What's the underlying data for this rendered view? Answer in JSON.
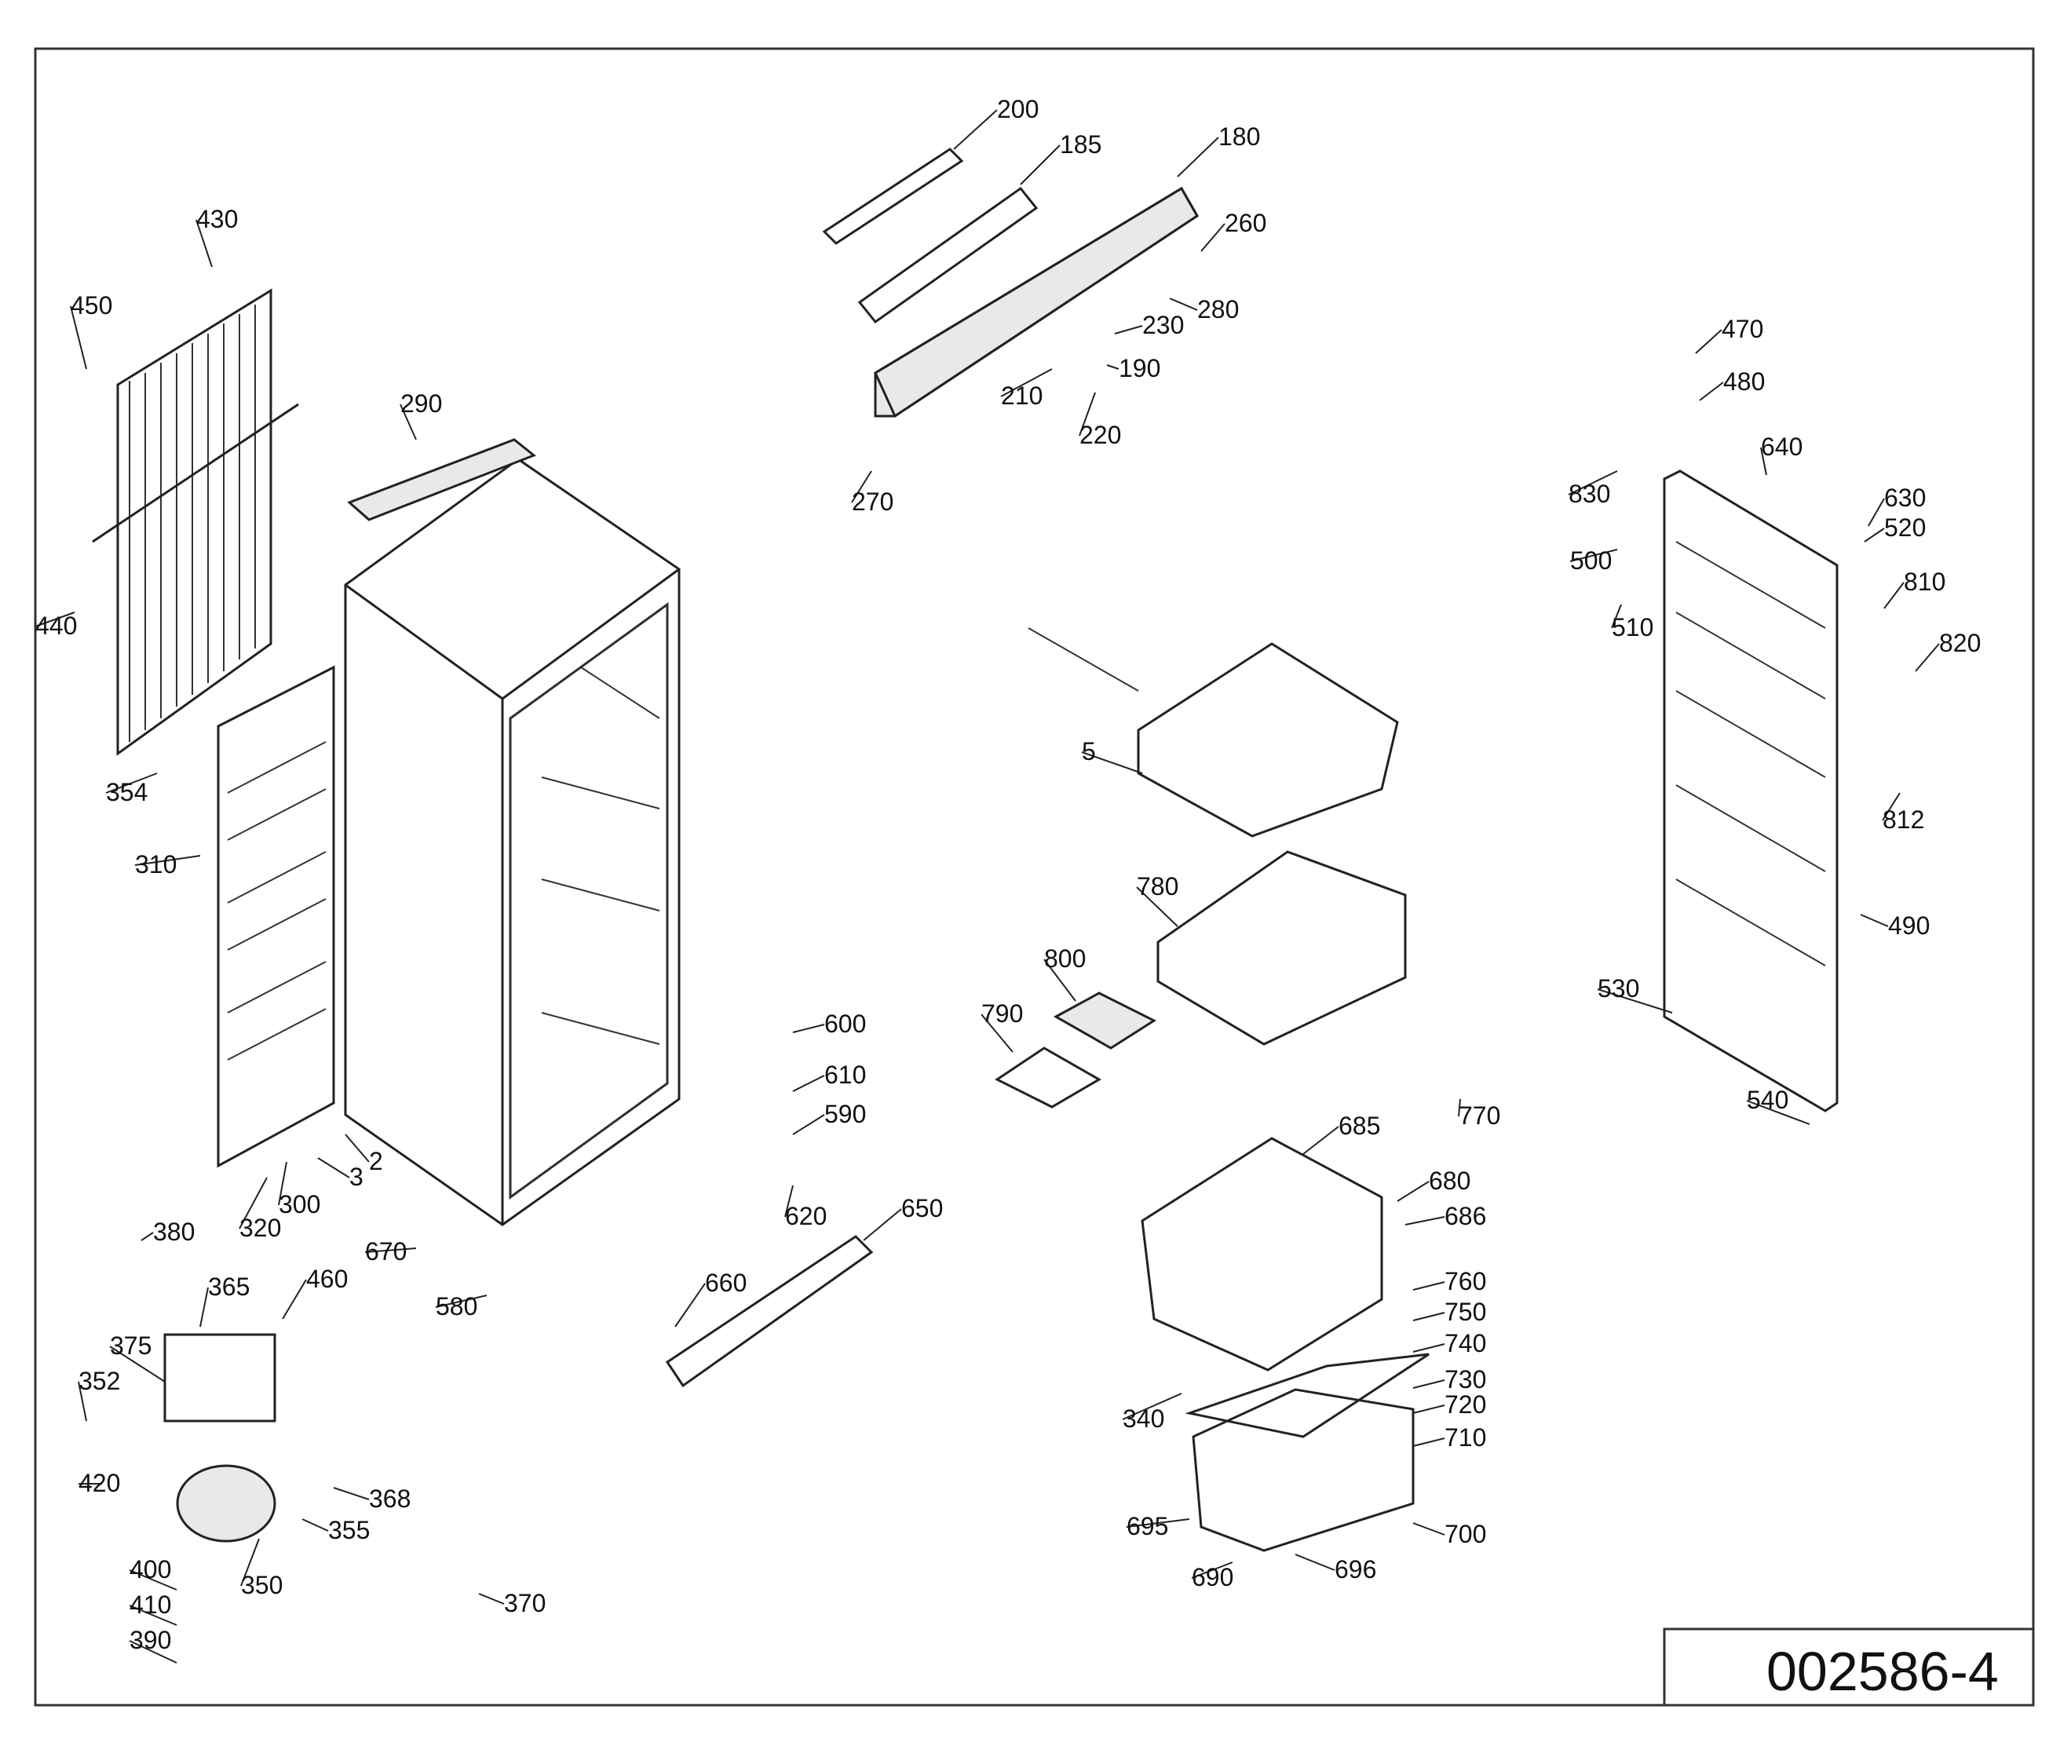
{
  "diagram": {
    "drawing_number": "002586-4",
    "part_numbers": [
      "2",
      "3",
      "5",
      "180",
      "185",
      "190",
      "200",
      "210",
      "220",
      "230",
      "260",
      "270",
      "280",
      "290",
      "300",
      "310",
      "320",
      "340",
      "350",
      "352",
      "354",
      "355",
      "365",
      "368",
      "370",
      "375",
      "380",
      "390",
      "400",
      "410",
      "420",
      "430",
      "440",
      "450",
      "460",
      "470",
      "480",
      "490",
      "500",
      "510",
      "520",
      "530",
      "540",
      "580",
      "590",
      "600",
      "610",
      "620",
      "630",
      "640",
      "650",
      "660",
      "670",
      "680",
      "685",
      "686",
      "690",
      "695",
      "696",
      "700",
      "710",
      "720",
      "730",
      "740",
      "750",
      "760",
      "770",
      "780",
      "790",
      "800",
      "810",
      "812",
      "820",
      "830"
    ]
  },
  "colors": {
    "line": "#222222",
    "part_fill": "#e9e9e9",
    "background": "#ffffff"
  }
}
